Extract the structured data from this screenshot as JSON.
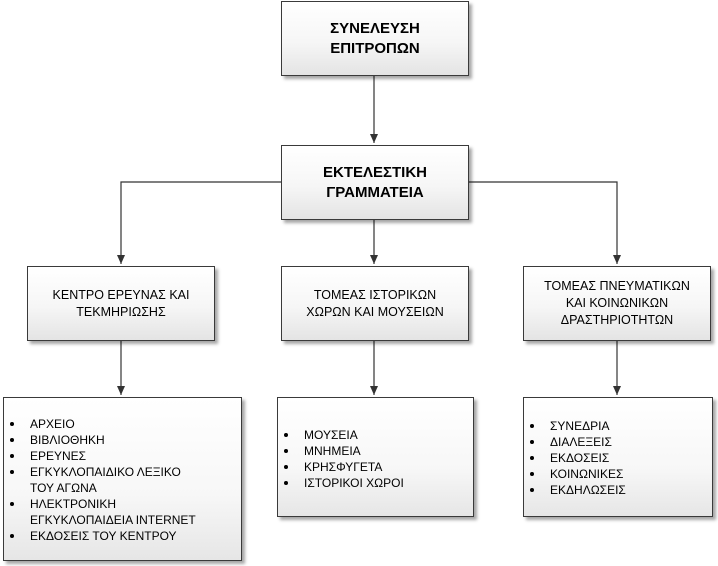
{
  "diagram": {
    "top": {
      "label": "ΣΥΝΕΛΕΥΣΗ\nΕΠΙΤΡΟΠΩΝ"
    },
    "middle": {
      "label": "ΕΚΤΕΛΕΣΤΙΚΗ\nΓΡΑΜΜΑΤΕΙΑ"
    },
    "branches": [
      {
        "label": "ΚΕΝΤΡΟ ΕΡΕΥΝΑΣ ΚΑΙ\nΤΕΚΜΗΡΙΩΣΗΣ",
        "items": [
          "ΑΡΧΕΙΟ",
          "ΒΙΒΛΙΟΘΗΚΗ",
          "ΕΡΕΥΝΕΣ",
          "ΕΓΚΥΚΛΟΠΑΙΔΙΚΟ ΛΕΞΙΚΟ\nΤΟΥ ΑΓΩΝΑ",
          "ΗΛΕΚΤΡΟΝΙΚΗ\nΕΓΚΥΚΛΟΠΑΙΔΕΙΑ INTERNET",
          "ΕΚΔΟΣΕΙΣ ΤΟΥ ΚΕΝΤΡΟΥ"
        ]
      },
      {
        "label": "ΤΟΜΕΑΣ ΙΣΤΟΡΙΚΩΝ\nΧΩΡΩΝ ΚΑΙ ΜΟΥΣΕΙΩΝ",
        "items": [
          "ΜΟΥΣΕΙΑ",
          "ΜΝΗΜΕΙΑ",
          "ΚΡΗΣΦΥΓΕΤΑ",
          "ΙΣΤΟΡΙΚΟΙ ΧΩΡΟΙ"
        ]
      },
      {
        "label": "ΤΟΜΕΑΣ ΠΝΕΥΜΑΤΙΚΩΝ\nΚΑΙ ΚΟΙΝΩΝΙΚΩΝ\nΔΡΑΣΤΗΡΙΟΤΗΤΩΝ",
        "items": [
          "ΣΥΝΕΔΡΙΑ",
          "ΔΙΑΛΕΞΕΙΣ",
          "ΕΚΔΟΣΕΙΣ",
          "ΚΟΙΝΩΝΙΚΕΣ",
          "ΕΚΔΗΛΩΣΕΙΣ"
        ]
      }
    ],
    "colors": {
      "border": "#3a3a3a",
      "connector": "#333333",
      "background": "#ffffff"
    }
  }
}
